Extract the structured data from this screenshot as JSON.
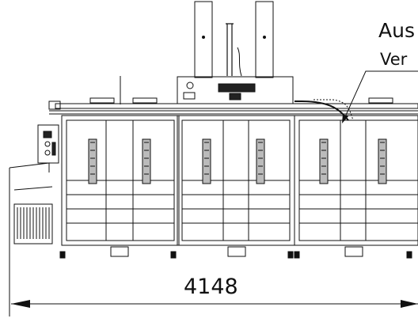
{
  "annotation": {
    "line1": "Aus",
    "line2": "Ver"
  },
  "dimension": {
    "value": "4148"
  },
  "machine": {
    "modules": 3,
    "colors": {
      "stroke": "#111111",
      "background": "#ffffff"
    }
  }
}
